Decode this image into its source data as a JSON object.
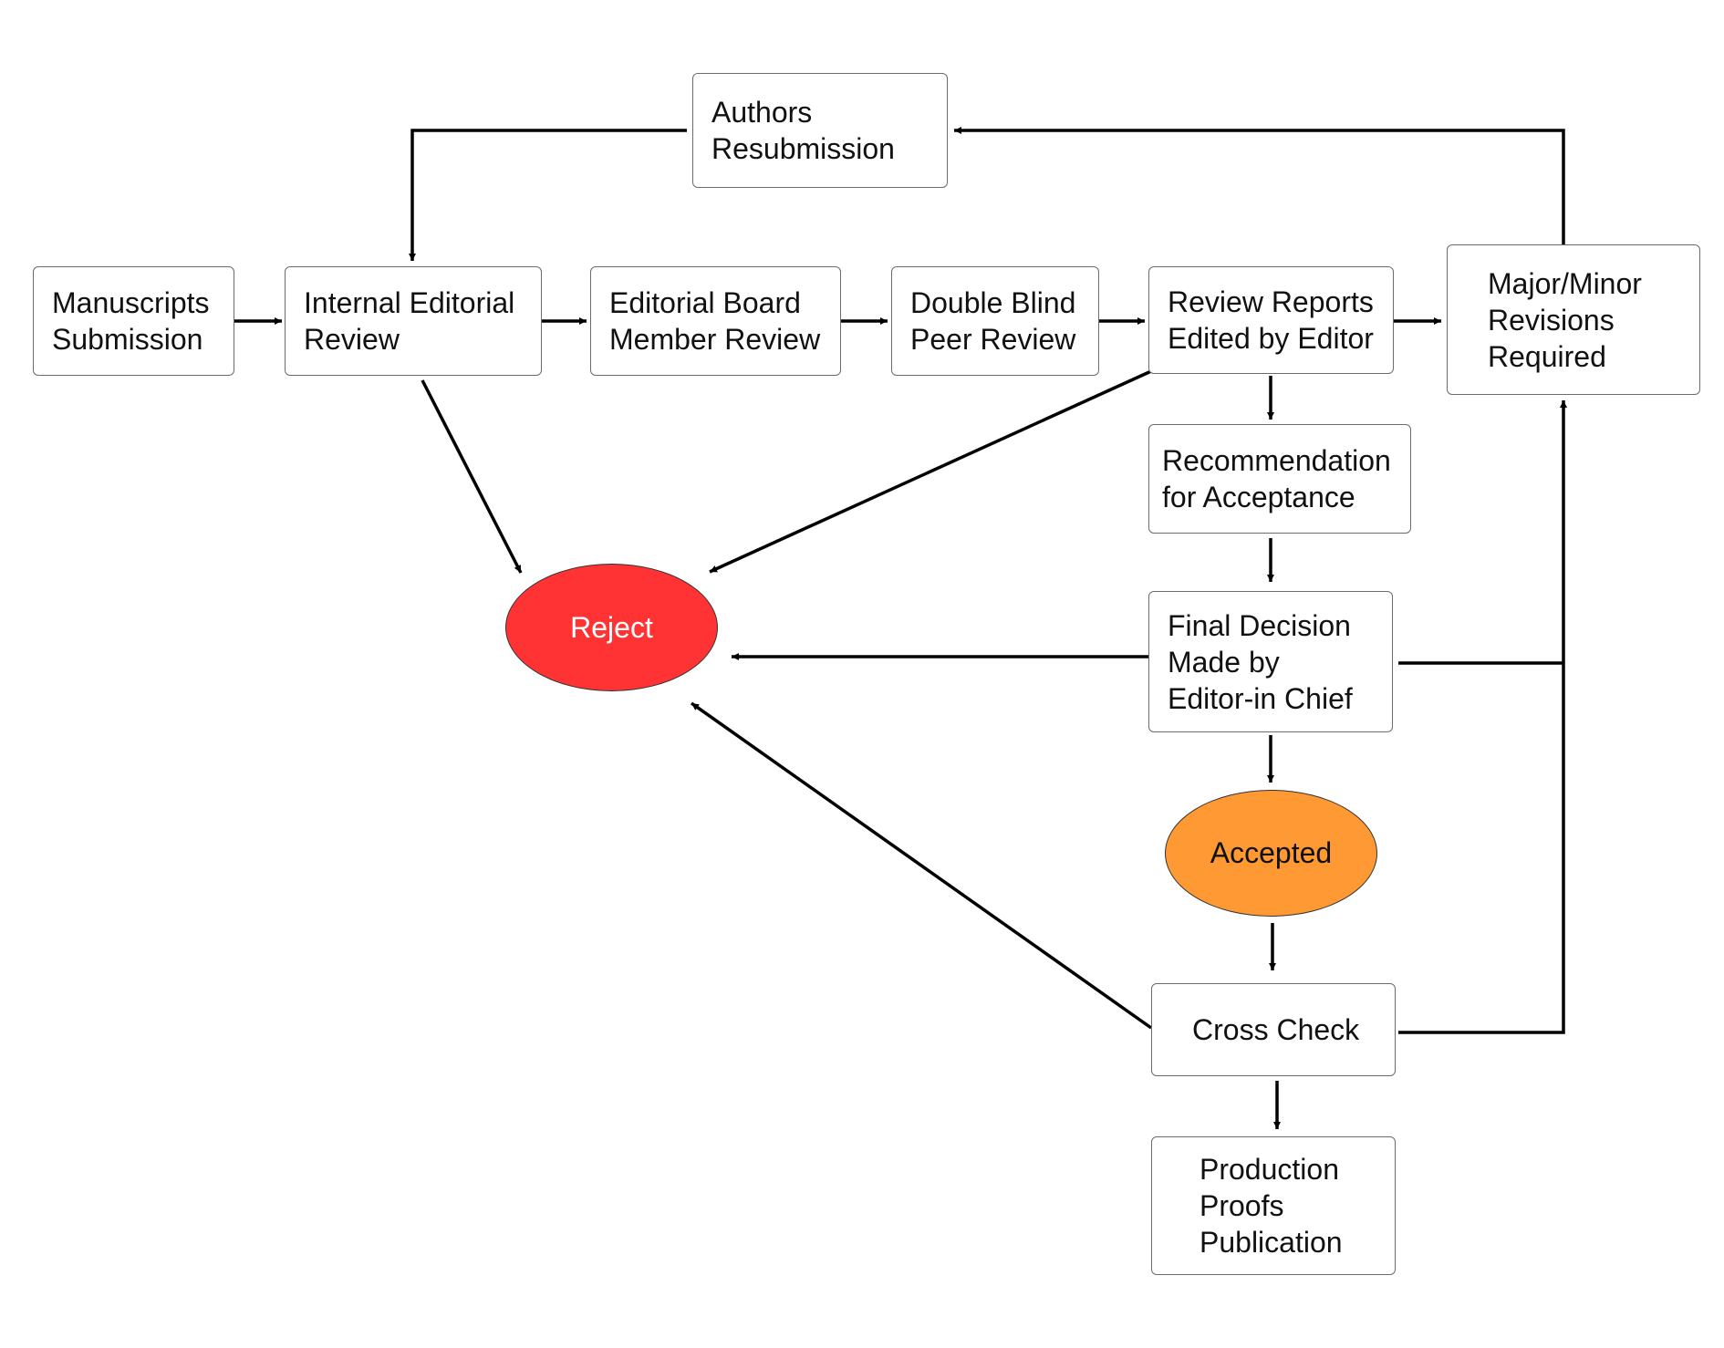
{
  "colors": {
    "reject": "#ff3333",
    "reject_text": "#ffffff",
    "accepted": "#ff9933",
    "accepted_text": "#111111",
    "edge": "#000000"
  },
  "nodes": {
    "authors_resubmission": [
      "Authors",
      "Resubmission"
    ],
    "manuscripts_submission": [
      "Manuscripts",
      "Submission"
    ],
    "internal_editorial_review": [
      "Internal Editorial",
      "Review"
    ],
    "editorial_board_member_review": [
      "Editorial Board",
      "Member Review"
    ],
    "double_blind_peer_review": [
      "Double Blind",
      "Peer Review"
    ],
    "review_reports_edited": [
      "Review Reports",
      "Edited by Editor"
    ],
    "major_minor_revisions": [
      "Major/Minor",
      "Revisions",
      "Required"
    ],
    "recommendation_acceptance": [
      "Recommendation",
      "for Acceptance"
    ],
    "final_decision": [
      "Final Decision",
      "Made by",
      "Editor-in Chief"
    ],
    "cross_check": [
      "Cross Check"
    ],
    "production": [
      "Production",
      "Proofs",
      "Publication"
    ],
    "reject": "Reject",
    "accepted": "Accepted"
  },
  "edges": [
    {
      "from": "manuscripts_submission",
      "to": "internal_editorial_review"
    },
    {
      "from": "internal_editorial_review",
      "to": "editorial_board_member_review"
    },
    {
      "from": "editorial_board_member_review",
      "to": "double_blind_peer_review"
    },
    {
      "from": "double_blind_peer_review",
      "to": "review_reports_edited"
    },
    {
      "from": "review_reports_edited",
      "to": "major_minor_revisions"
    },
    {
      "from": "review_reports_edited",
      "to": "recommendation_acceptance"
    },
    {
      "from": "review_reports_edited",
      "to": "reject"
    },
    {
      "from": "internal_editorial_review",
      "to": "reject"
    },
    {
      "from": "recommendation_acceptance",
      "to": "final_decision"
    },
    {
      "from": "final_decision",
      "to": "reject"
    },
    {
      "from": "final_decision",
      "to": "major_minor_revisions"
    },
    {
      "from": "final_decision",
      "to": "accepted"
    },
    {
      "from": "accepted",
      "to": "cross_check"
    },
    {
      "from": "cross_check",
      "to": "reject"
    },
    {
      "from": "cross_check",
      "to": "major_minor_revisions"
    },
    {
      "from": "cross_check",
      "to": "production"
    },
    {
      "from": "major_minor_revisions",
      "to": "authors_resubmission"
    },
    {
      "from": "authors_resubmission",
      "to": "internal_editorial_review"
    }
  ]
}
